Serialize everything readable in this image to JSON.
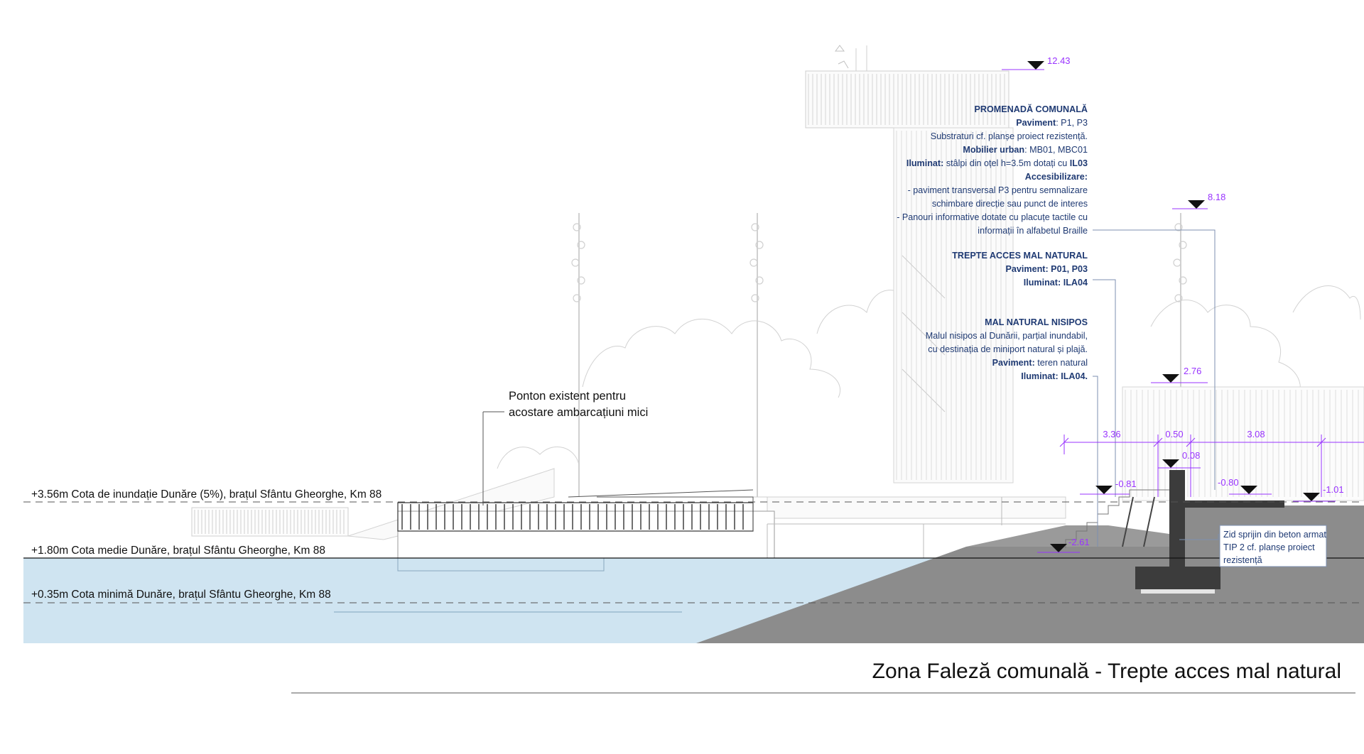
{
  "title": "Zona Faleză comunală - Trepte acces mal natural",
  "water_levels": [
    {
      "text": "+3.56m Cota de inundație Dunăre (5%), brațul Sfântu Gheorghe, Km 88"
    },
    {
      "text": "+1.80m Cota medie Dunăre, brațul Sfântu Gheorghe, Km 88"
    },
    {
      "text": "+0.35m Cota minimă Dunăre, brațul Sfântu Gheorghe, Km 88"
    }
  ],
  "ponton_note": [
    "Ponton existent pentru",
    "acostare ambarcațiuni mici"
  ],
  "notes": {
    "promenada": {
      "heading": "PROMENADĂ COMUNALĂ",
      "paviment_key": "Paviment",
      "paviment_val": ": P1, P3",
      "substraturi": "Substraturi cf. planșe proiect rezistență.",
      "mobilier_key": "Mobilier urban",
      "mobilier_val": ": MB01, MBC01",
      "iluminat_key": "Iluminat:",
      "iluminat_val": " stâlpi din oțel h=3.5m dotați cu ",
      "iluminat_code": "IL03",
      "accesibilizare": "Accesibilizare:",
      "lines": [
        "- paviment transversal P3 pentru semnalizare",
        "schimbare direcție sau punct de interes",
        "- Panouri informative dotate cu placuțe tactile cu",
        "informații în alfabetul Braille"
      ]
    },
    "trepte": {
      "heading": "TREPTE ACCES MAL NATURAL",
      "paviment_key": "Paviment:",
      "paviment_val": "  P01, P03",
      "iluminat_key": "Iluminat:",
      "iluminat_val": " ILA04"
    },
    "mal": {
      "heading": "MAL NATURAL NISIPOS",
      "lines": [
        "Malul nisipos al Dunării, parțial inundabil,",
        "cu destinația de miniport natural și plajă."
      ],
      "paviment_key": "Paviment:",
      "paviment_val": " teren natural",
      "iluminat_key": "Iluminat:",
      "iluminat_val": " ILA04."
    }
  },
  "wall_note": [
    "Zid sprijin din beton armat",
    "TIP 2 cf. planșe proiect",
    "rezistență"
  ],
  "elevations": [
    "12.43",
    "8.18",
    "2.76",
    "0.08",
    "-0.81",
    "-0.80",
    "-1.01",
    "-2.61"
  ],
  "dimensions": [
    "3.36",
    "0.50",
    "3.08"
  ],
  "colors": {
    "water": "#cfe4f1",
    "ground": "#8c8c8c",
    "wall": "#3c3c3c",
    "note_text": "#1f3a73",
    "dimension": "#9933ff"
  }
}
